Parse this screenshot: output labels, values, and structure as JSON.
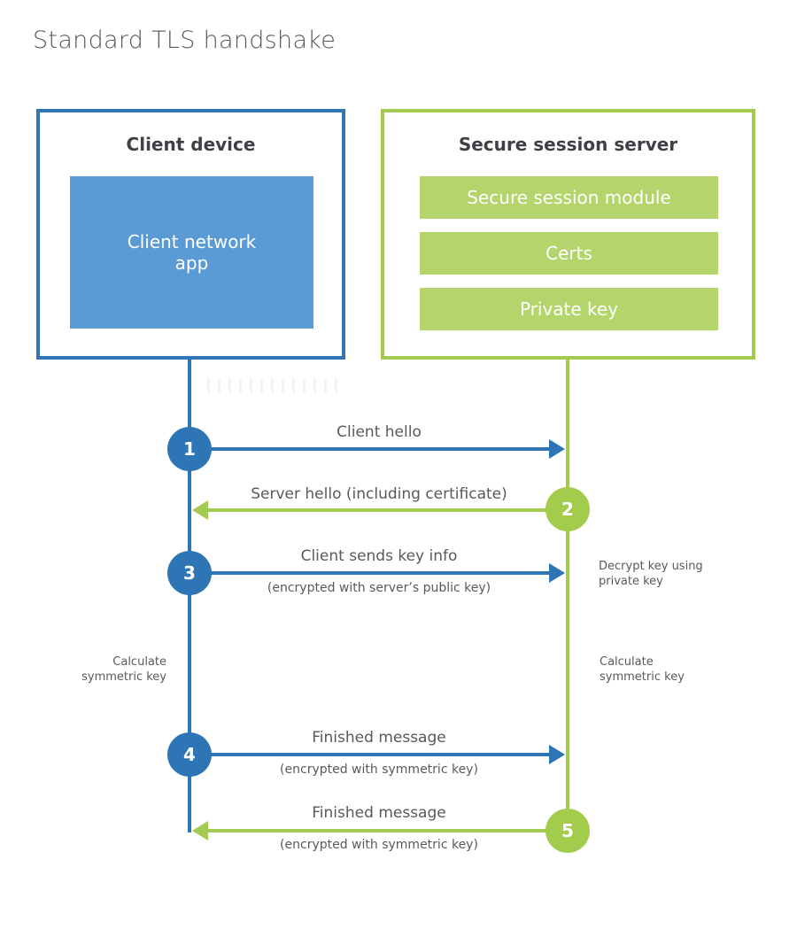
{
  "title": "Standard TLS handshake",
  "colors": {
    "blue": "#2e75b6",
    "blue_fill": "#5b9bd5",
    "green": "#a4ca52",
    "green_fill": "#b3d56c",
    "text_gray": "#58595b"
  },
  "client": {
    "title": "Client device",
    "app_label": "Client network app"
  },
  "server": {
    "title": "Secure session server",
    "modules": [
      "Secure session module",
      "Certs",
      "Private key"
    ]
  },
  "steps": [
    {
      "num": "1",
      "label": "Client hello",
      "sub": "",
      "direction": "client-to-server",
      "color": "blue"
    },
    {
      "num": "2",
      "label": "Server hello (including certificate)",
      "sub": "",
      "direction": "server-to-client",
      "color": "green"
    },
    {
      "num": "3",
      "label": "Client sends key info",
      "sub": "(encrypted with server’s public key)",
      "direction": "client-to-server",
      "color": "blue"
    },
    {
      "num": "4",
      "label": "Finished message",
      "sub": "(encrypted with symmetric key)",
      "direction": "client-to-server",
      "color": "blue"
    },
    {
      "num": "5",
      "label": "Finished message",
      "sub": "(encrypted with symmetric key)",
      "direction": "server-to-client",
      "color": "green"
    }
  ],
  "side_notes": {
    "decrypt": "Decrypt key using\nprivate key",
    "calc_left": "Calculate\nsymmetric key",
    "calc_right": "Calculate\nsymmetric key"
  }
}
